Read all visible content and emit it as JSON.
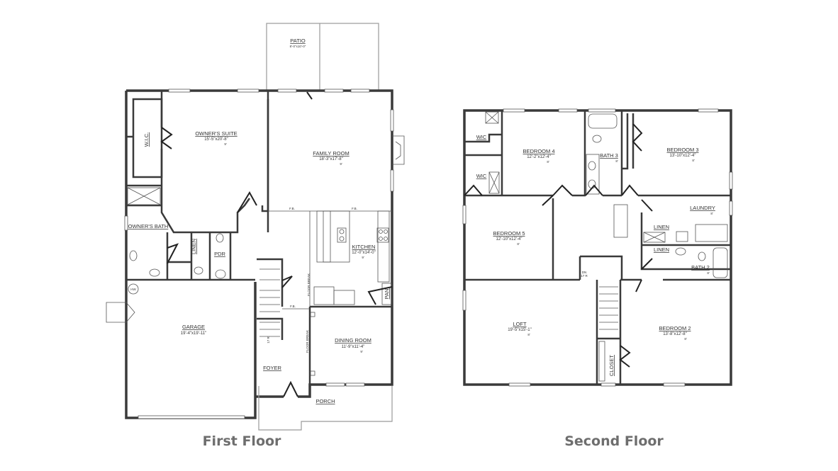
{
  "first_floor": {
    "caption": "First Floor",
    "rooms": {
      "patio": {
        "name": "PATIO",
        "dims": "8'-0\"x10'-0\""
      },
      "owners_suite": {
        "name": "OWNER'S SUITE",
        "dims": "15'-5\"x20'-8\"",
        "ceiling": "9'"
      },
      "family_room": {
        "name": "FAMILY ROOM",
        "dims": "18'-3\"x17'-8\"",
        "ceiling": "9'"
      },
      "wic": {
        "name": "W.I.C."
      },
      "owners_bath": {
        "name": "OWNER'S BATH"
      },
      "linen": {
        "name": "LINEN"
      },
      "pdr": {
        "name": "PDR"
      },
      "kitchen": {
        "name": "KITCHEN",
        "dims": "12'-0\"x14'-0\"",
        "ceiling": "9'"
      },
      "pan": {
        "name": "PAN."
      },
      "garage": {
        "name": "GARAGE",
        "dims": "19'-4\"x19'-11\""
      },
      "dining_room": {
        "name": "DINING ROOM",
        "dims": "11'-9\"x11'-4\"",
        "ceiling": "9'"
      },
      "foyer": {
        "name": "FOYER"
      },
      "porch": {
        "name": "PORCH"
      }
    },
    "annotations": {
      "floor_break": "FLOOR BREAK",
      "fb": "F.B.",
      "hw": "HW",
      "stairs_up": "17 R"
    }
  },
  "second_floor": {
    "caption": "Second Floor",
    "rooms": {
      "bedroom4": {
        "name": "BEDROOM 4",
        "dims": "12'-2\"x12'-4\"",
        "ceiling": "8'"
      },
      "bath3": {
        "name": "BATH 3",
        "ceiling": "8'"
      },
      "bedroom3": {
        "name": "BEDROOM 3",
        "dims": "13'-10\"x12'-4\"",
        "ceiling": "8'"
      },
      "wic1": {
        "name": "WIC"
      },
      "wic2": {
        "name": "WIC"
      },
      "bedroom5": {
        "name": "BEDROOM 5",
        "dims": "12'-10\"x12'-4\"",
        "ceiling": "8'"
      },
      "laundry": {
        "name": "LAUNDRY",
        "ceiling": "8'"
      },
      "linen1": {
        "name": "LINEN"
      },
      "linen2": {
        "name": "LINEN"
      },
      "bath2": {
        "name": "BATH 2",
        "ceiling": "8'"
      },
      "loft": {
        "name": "LOFT",
        "dims": "19'-5\"x15'-1\"",
        "ceiling": "8'"
      },
      "bedroom2": {
        "name": "BEDROOM 2",
        "dims": "13'-8\"x12'-8\"",
        "ceiling": "8'"
      },
      "closet": {
        "name": "CLOSET"
      }
    },
    "annotations": {
      "stairs_down": "DN",
      "stairs_risers": "17 R"
    }
  }
}
